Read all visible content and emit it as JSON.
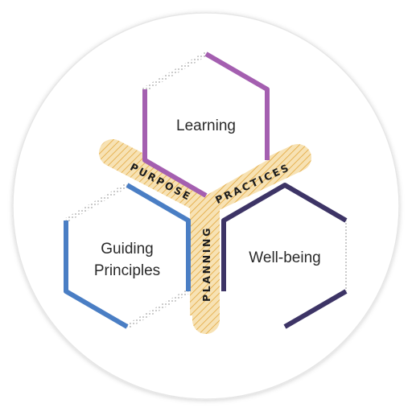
{
  "hexagons": {
    "learning": {
      "label": "Learning",
      "color": "#a45fb0"
    },
    "principles": {
      "label_line1": "Guiding",
      "label_line2": "Principles",
      "color": "#4a7ec4"
    },
    "wellbeing": {
      "label": "Well-being",
      "color": "#3d3466"
    }
  },
  "bands": {
    "purpose": "PURPOSE",
    "practices": "PRACTICES",
    "planning": "PLANNING"
  },
  "colors": {
    "band_fill": "#f7e2b4",
    "band_stripe": "#e3a73c",
    "dots": "#a6a6a6",
    "outer_circle_stroke": "#e6e6e6"
  }
}
